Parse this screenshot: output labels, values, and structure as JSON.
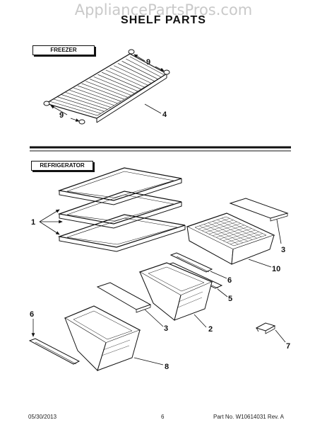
{
  "watermark": "AppliancePartsPros.com",
  "title": "SHELF PARTS",
  "sections": {
    "freezer": "FREEZER",
    "refrigerator": "REFRIGERATOR"
  },
  "callouts": {
    "freezer_shelf_clip_top": "9",
    "freezer_shelf_clip_bottom": "9",
    "freezer_wire_shelf": "4",
    "glass_shelves": "1",
    "crisper_cover_right": "3",
    "deli_drawer": "10",
    "drawer_slide_right": "6",
    "drawer_support": "5",
    "crisper_cover_middle": "3",
    "crisper_drawer_middle": "2",
    "drawer_slide_left": "6",
    "crisper_drawer_left": "8",
    "drawer_stop": "7"
  },
  "footer": {
    "date": "05/30/2013",
    "page": "6",
    "part_number": "Part No. W10614031  Rev. A"
  },
  "colors": {
    "line": "#111111",
    "watermark": "#c9c9c9"
  }
}
